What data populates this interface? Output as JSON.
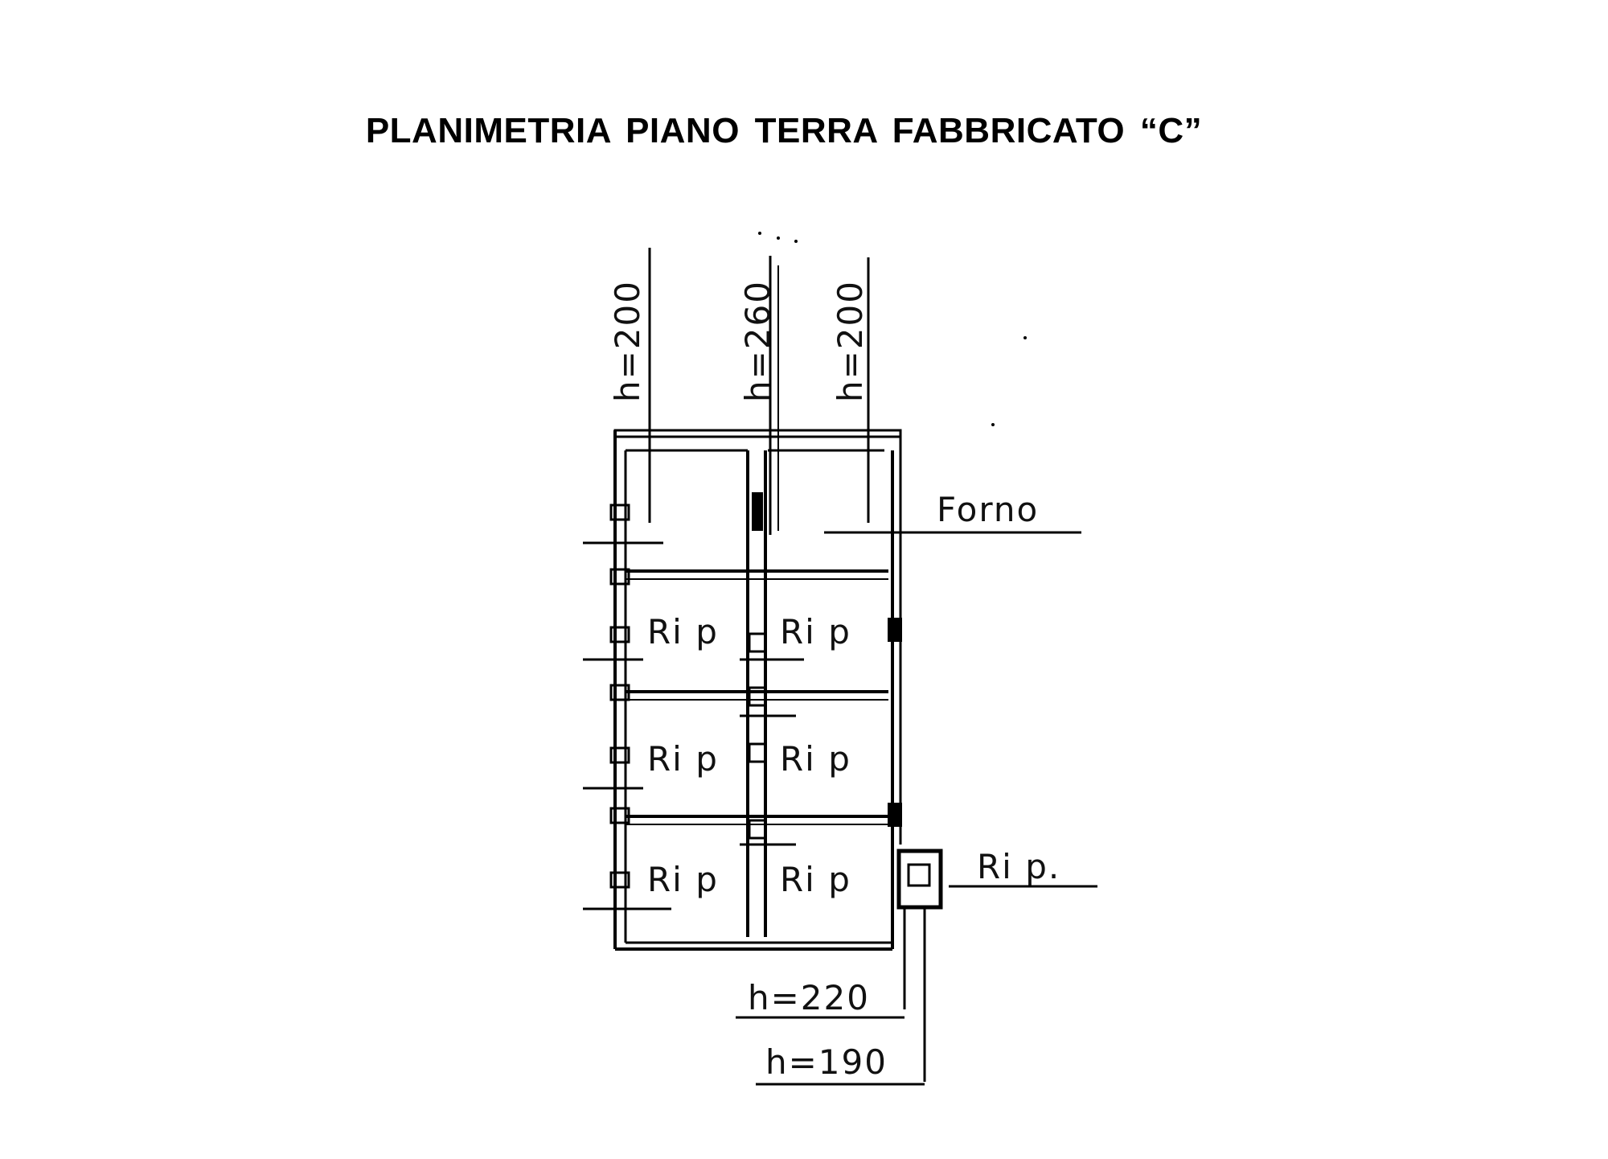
{
  "title": "PLANIMETRIA  PIANO TERRA  FABBRICATO “C”",
  "labels": {
    "height_left": "h=200",
    "height_middle": "h=260",
    "height_right": "h=200",
    "forno": "Forno",
    "rip": "Ri p",
    "rip_outside": "Ri p.",
    "height_220": "h=220",
    "height_190": "h=190"
  },
  "colors": {
    "ink": "#000000",
    "paper": "#ffffff"
  }
}
